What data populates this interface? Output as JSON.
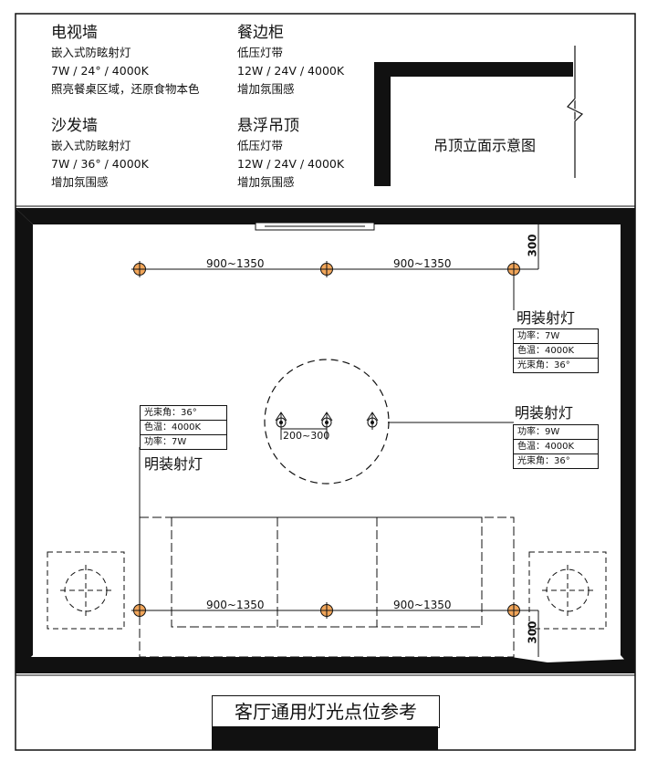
{
  "specs": [
    {
      "title": "电视墙",
      "line1": "嵌入式防眩射灯",
      "line2": "7W / 24° / 4000K",
      "line3": "照亮餐桌区域，还原食物本色"
    },
    {
      "title": "餐边柜",
      "line1": "低压灯带",
      "line2": "12W / 24V / 4000K",
      "line3": "增加氛围感"
    },
    {
      "title": "沙发墙",
      "line1": "嵌入式防眩射灯",
      "line2": "7W / 36° / 4000K",
      "line3": "增加氛围感"
    },
    {
      "title": "悬浮吊顶",
      "line1": "低压灯带",
      "line2": "12W / 24V / 4000K",
      "line3": "增加氛围感"
    }
  ],
  "ceiling_label": "吊顶立面示意图",
  "dims": {
    "top_left": "900~1350",
    "top_right": "900~1350",
    "bottom_left": "900~1350",
    "bottom_right": "900~1350",
    "center": "200~300",
    "top_offset": "300",
    "bottom_offset": "300"
  },
  "fixtures": [
    {
      "label": "明装射灯",
      "rows": [
        "功率：7W",
        "色温：4000K",
        "光束角：36°"
      ]
    },
    {
      "label": "明装射灯",
      "rows": [
        "功率：9W",
        "色温：4000K",
        "光束角：36°"
      ]
    },
    {
      "label": "明装射灯",
      "rows": [
        "光束角：36°",
        "色温：4000K",
        "功率：7W"
      ]
    }
  ],
  "caption": "客厅通用灯光点位参考",
  "colors": {
    "lamp_fill": "#f2a65a",
    "wall": "#111111"
  }
}
